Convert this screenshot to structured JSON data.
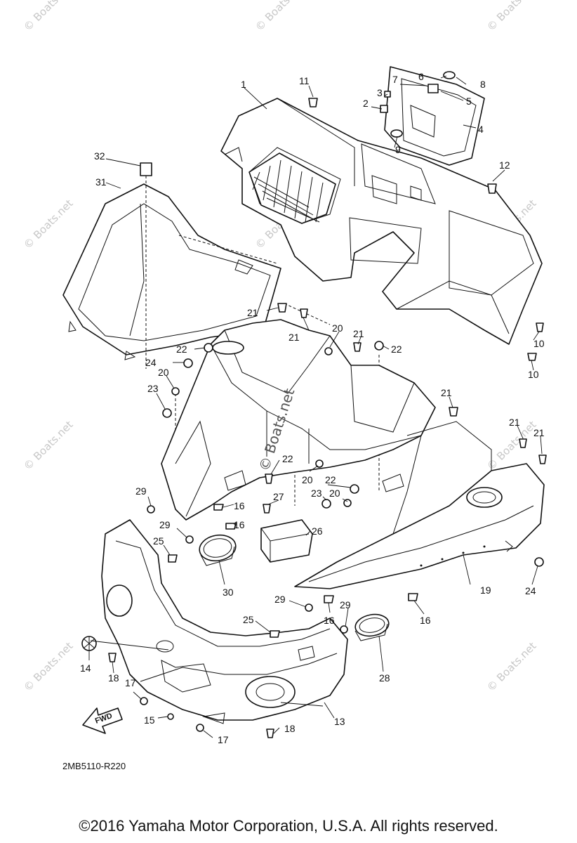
{
  "diagram_code": "2MB5110-R220",
  "fwd_label": "FWD",
  "copyright": "©2016 Yamaha Motor Corporation, U.S.A. All rights reserved.",
  "watermark": "© Boats.net",
  "part_numbers": [
    "1",
    "2",
    "3",
    "4",
    "5",
    "6",
    "7",
    "8",
    "9",
    "10",
    "10",
    "11",
    "12",
    "13",
    "14",
    "15",
    "16",
    "16",
    "16",
    "16",
    "17",
    "17",
    "18",
    "18",
    "19",
    "20",
    "20",
    "20",
    "20",
    "21",
    "21",
    "21",
    "21",
    "21",
    "21",
    "22",
    "22",
    "22",
    "22",
    "23",
    "23",
    "24",
    "24",
    "25",
    "25",
    "26",
    "27",
    "28",
    "29",
    "29",
    "29",
    "29",
    "30",
    "31",
    "32"
  ]
}
